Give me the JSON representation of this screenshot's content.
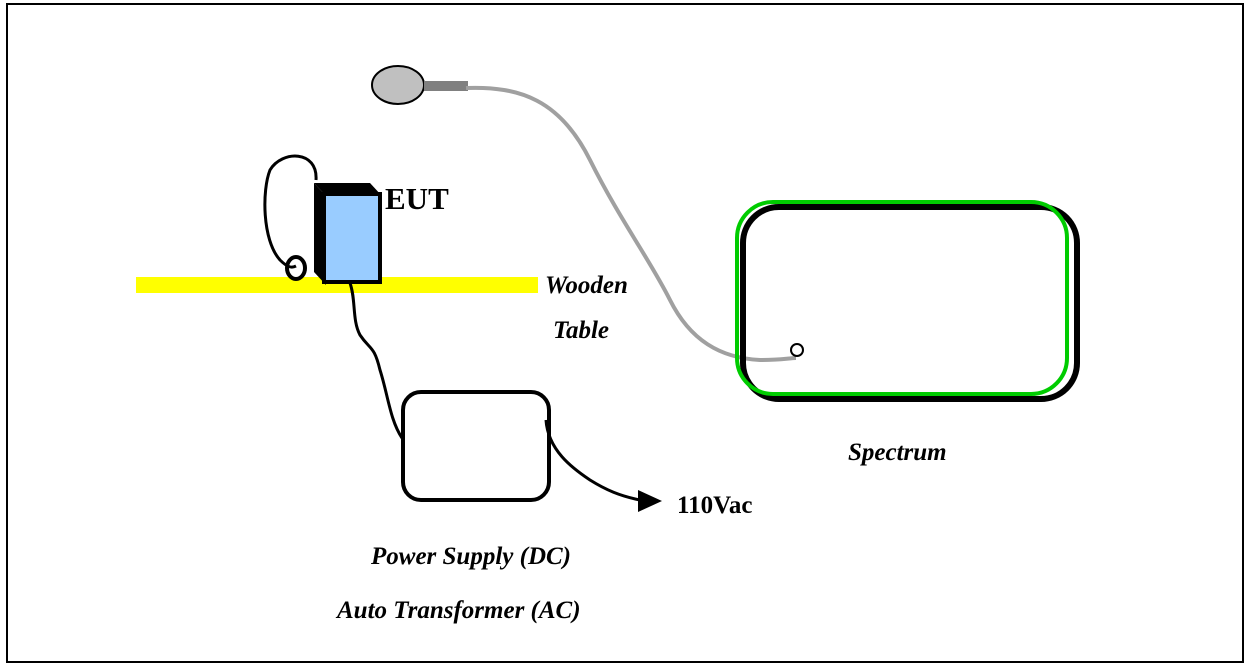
{
  "labels": {
    "eut": "EUT",
    "table_line1": "Wooden",
    "table_line2": "Table",
    "spectrum": "Spectrum",
    "ac": "110Vac",
    "psu_line1": "Power Supply (DC)",
    "psu_line2": "Auto Transformer (AC)"
  },
  "colors": {
    "table": "#FFFF00",
    "eut_box": "#99CCFF",
    "analyzer_frame": "#00CC00",
    "probe_cable": "#A0A0A0",
    "probe_head": "#C0C0C0"
  }
}
